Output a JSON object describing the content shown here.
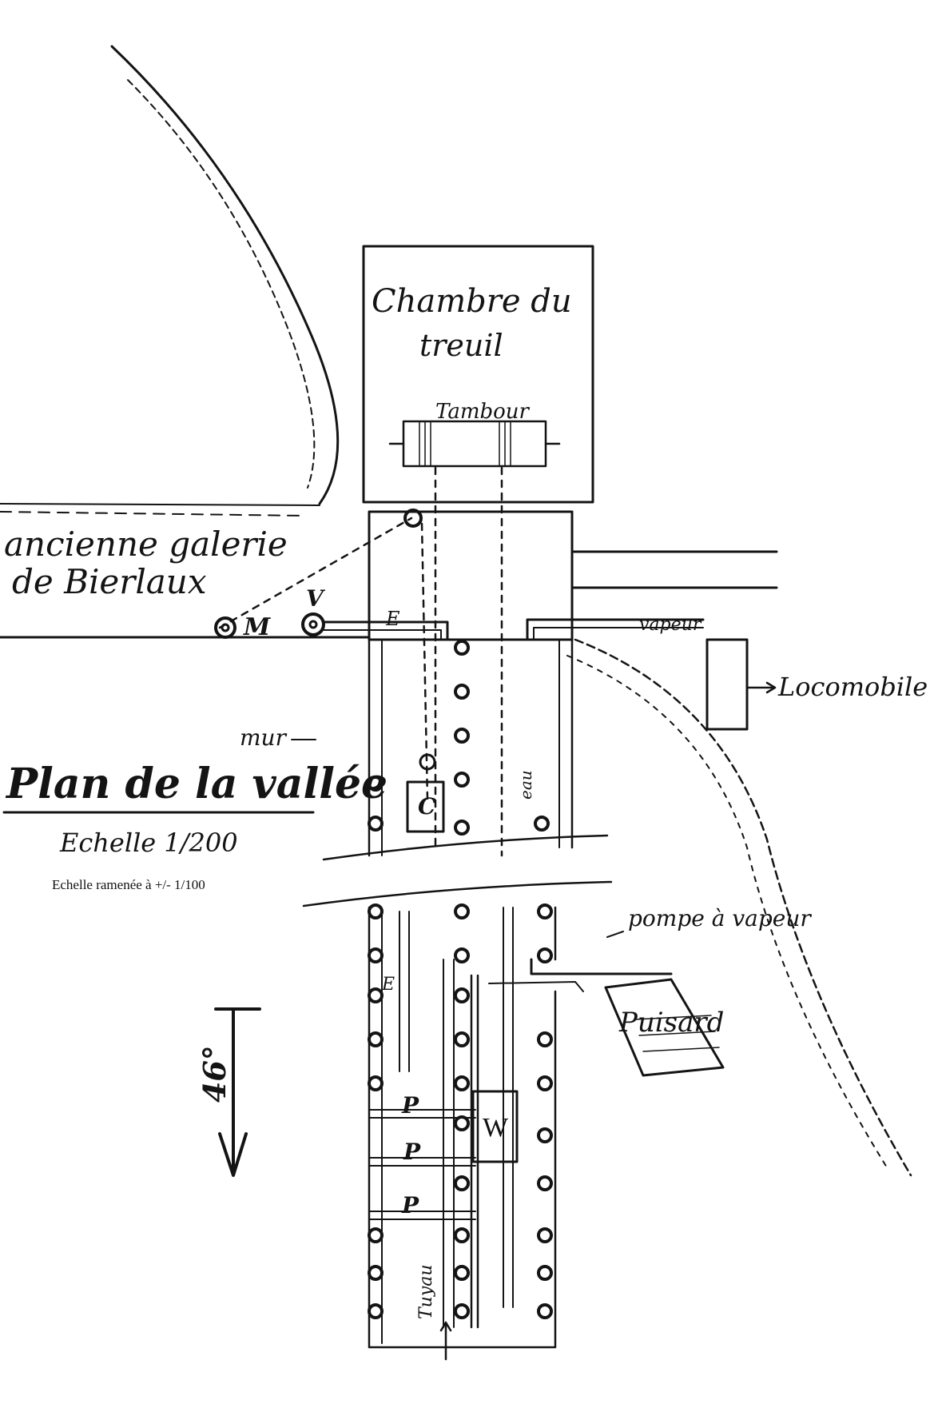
{
  "labels": {
    "chamber": [
      "Chambre du",
      "treuil"
    ],
    "drum": "Tambour",
    "old_gallery": [
      "ancienne galerie",
      "de Bierlaux"
    ],
    "marker_M": "M",
    "marker_V": "V",
    "marker_E": "E",
    "marker_C": "C",
    "marker_W": "W",
    "marker_P": "P",
    "steam": "vapeur",
    "locomobile": "Locomobile",
    "wall": "mur",
    "water": "eau",
    "plan_title": "Plan de la vallée",
    "scale_original": "Echelle 1/200",
    "scale_reduced": "Echelle ramenée à +/-    1/100",
    "steam_pump": "pompe à vapeur",
    "sump": "Puisard",
    "pipe": "Tuyau",
    "bearing": "46°"
  },
  "colors": {
    "ink": "#141414",
    "paper": "#ffffff"
  }
}
